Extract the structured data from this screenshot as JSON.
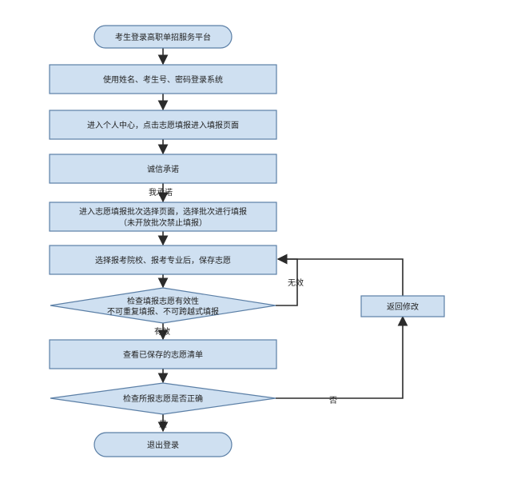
{
  "colors": {
    "node_fill": "#cfe0f1",
    "node_stroke": "#5b7fa6",
    "edge": "#2b2b2b",
    "text": "#222222",
    "background": "#ffffff"
  },
  "nodes": {
    "start": "考生登录高职单招服务平台",
    "login": "使用姓名、考生号、密码登录系统",
    "personal_center": "进入个人中心，点击志愿填报进入填报页面",
    "promise": "诚信承诺",
    "select_batch": {
      "line1": "进入志愿填报批次选择页面，选择批次进行填报",
      "line2": "（未开放批次禁止填报）"
    },
    "choose": "选择报考院校、报考专业后，保存志愿",
    "check_valid": {
      "line1": "检查填报志愿有效性",
      "line2": "不可重复填报、不可跨越式填报"
    },
    "view_list": "查看已保存的志愿清单",
    "check_correct": "检查所报志愿是否正确",
    "return_edit": "返回修改",
    "end": "退出登录"
  },
  "edges": {
    "promised": "我承诺",
    "invalid": "无效",
    "valid": "有效",
    "no": "否",
    "yes": "是"
  }
}
